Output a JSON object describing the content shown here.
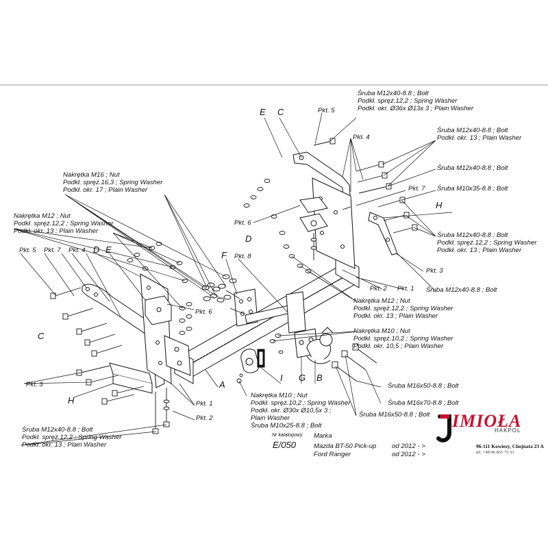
{
  "letters": {
    "A": "A",
    "B": "B",
    "C": "C",
    "D": "D",
    "E": "E",
    "F": "F",
    "G": "G",
    "H": "H",
    "I": "I"
  },
  "pkt": {
    "p1": "Pkt. 1",
    "p2": "Pkt. 2",
    "p3": "Pkt. 3",
    "p4": "Pkt. 4",
    "p5": "Pkt. 5",
    "p6": "Pkt. 6",
    "p7": "Pkt. 7",
    "p8": "Pkt. 8"
  },
  "labels": {
    "top_bolt_set": [
      "Śruba M12x40-8.8 ;  Bolt",
      "Podkł. spręż.12,2 ; Spring Washer",
      "Podkł. okr.  Ø36x Ø13x 3 ; Plain Washer"
    ],
    "right_bolt_plain": [
      "Śruba M12x40-8.8 ;  Bolt",
      "Podkł. okr. 13 ; Plain Washer"
    ],
    "right_bolt_only": [
      "Śruba M12x40-8.8 ;  Bolt"
    ],
    "right_bolt_m10": [
      "Śruba M10x35-8.8 ;  Bolt"
    ],
    "right_bolt_set": [
      "Śruba M12x40-8.8 ;  Bolt",
      "Podkł. spręż.12,2 ; Spring Washer",
      "Podkł. okr. 13 ; Plain Washer"
    ],
    "right_bolt_lower": [
      "Śruba M12x40-8.8 ;  Bolt"
    ],
    "nut_m16": [
      "Nakrętka  M16 ; Nut",
      "Podkł. spręż.16,3 ; Spring Washer",
      "Podkł. okr. 17 ; Plain Washer"
    ],
    "nut_m12_left": [
      "Nakrętka  M12 ; Nut",
      "Podkł. spręż.12,2 ; Spring Washer",
      "Podkł. okr. 13 ; Plain Washer"
    ],
    "nut_m12_right": [
      "Nakrętka  M12 ; Nut",
      "Podkł. spręż.12,2 ; Spring Washer",
      "Podkł. okr. 13 ; Plain Washer"
    ],
    "nut_m10_right": [
      "Nakrętka  M10 ; Nut",
      "Podkł. spręż.10,2 ; Spring Washer",
      "Podkł. okr. 10,5 ; Plain Washer"
    ],
    "bolt_m16_a": [
      "Śruba M16x50-8.8 ;  Bolt"
    ],
    "bolt_m16_b": [
      "Śruba M16x70-8.8 ;  Bolt"
    ],
    "bolt_m16_c": [
      "Śruba M16x50-8.8 ;  Bolt"
    ],
    "nut_m10_center": [
      "Nakrętka  M10 ; Nut",
      "Podkł. spręż.10,2 ; Spring Washer",
      "Podkł. okr.  Ø30x Ø10,5x 3 ;",
      "Plain Washer",
      "Śruba M10x25-8.8 ;  Bolt"
    ],
    "bottom_left_set": [
      "Śruba M12x40-8.8 ;  Bolt",
      "Podkł. spręż.12,2 ; Spring Washer",
      "Podkł. okr. 13 ; Plain Washer"
    ]
  },
  "catalog": {
    "nr_label": "Nr katalogowy",
    "nr_value": "E/050",
    "marka_label": "Marka",
    "vehicles": [
      {
        "name": "Mazda BT-50 Pick-up",
        "years": "od 2012 - >"
      },
      {
        "name": "Ford Ranger",
        "years": "od 2012 - >"
      }
    ]
  },
  "brand": {
    "logo_text": "IMIOŁA",
    "sub_text": "HAKPOL",
    "address": "96-111 Kowiesy, Chojnata 23 A",
    "phone": "tel. +48 46 831 73 31",
    "color": "#c8102e"
  }
}
